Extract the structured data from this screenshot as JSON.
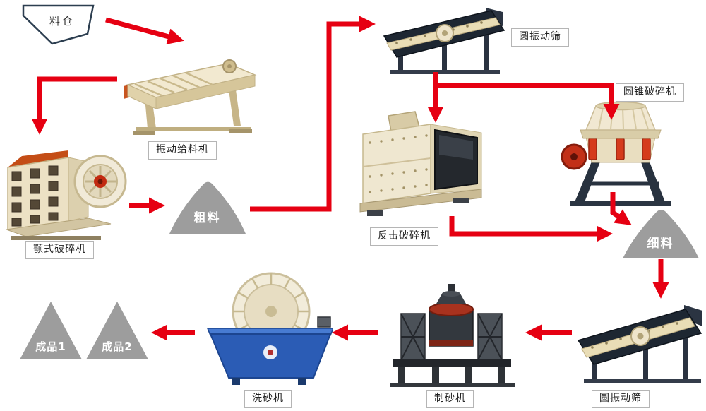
{
  "diagram": {
    "type": "process-flow",
    "nodes": {
      "hopper": {
        "label": "料仓"
      },
      "feeder": {
        "label": "振动给料机"
      },
      "jaw_crusher": {
        "label": "颚式破碎机"
      },
      "coarse_pile": {
        "label": "粗料"
      },
      "screen_top": {
        "label": "圆振动筛"
      },
      "impact_crusher": {
        "label": "反击破碎机"
      },
      "cone_crusher": {
        "label": "圆锥破碎机"
      },
      "fine_pile": {
        "label": "细料"
      },
      "screen_bottom": {
        "label": "圆振动筛"
      },
      "sand_maker": {
        "label": "制砂机"
      },
      "sand_washer": {
        "label": "洗砂机"
      },
      "product_1": {
        "label": "成品1"
      },
      "product_2": {
        "label": "成品2"
      }
    },
    "edges": [
      {
        "from": "hopper",
        "to": "feeder"
      },
      {
        "from": "feeder",
        "to": "jaw_crusher"
      },
      {
        "from": "jaw_crusher",
        "to": "coarse_pile"
      },
      {
        "from": "coarse_pile",
        "to": "screen_top"
      },
      {
        "from": "screen_top",
        "to": "impact_crusher"
      },
      {
        "from": "screen_top",
        "to": "cone_crusher"
      },
      {
        "from": "impact_crusher",
        "to": "fine_pile"
      },
      {
        "from": "cone_crusher",
        "to": "fine_pile"
      },
      {
        "from": "fine_pile",
        "to": "screen_bottom"
      },
      {
        "from": "screen_bottom",
        "to": "sand_maker"
      },
      {
        "from": "sand_maker",
        "to": "sand_washer"
      },
      {
        "from": "sand_washer",
        "to": "product_2"
      }
    ],
    "colors": {
      "arrow": "#e60012",
      "pile_gray": "#9d9d9d",
      "machine_cream": "#efe6cc",
      "machine_dark": "#1e2732",
      "washer_blue": "#2b5cb5",
      "label_text": "#222222",
      "label_border": "#b5b5b5"
    }
  }
}
